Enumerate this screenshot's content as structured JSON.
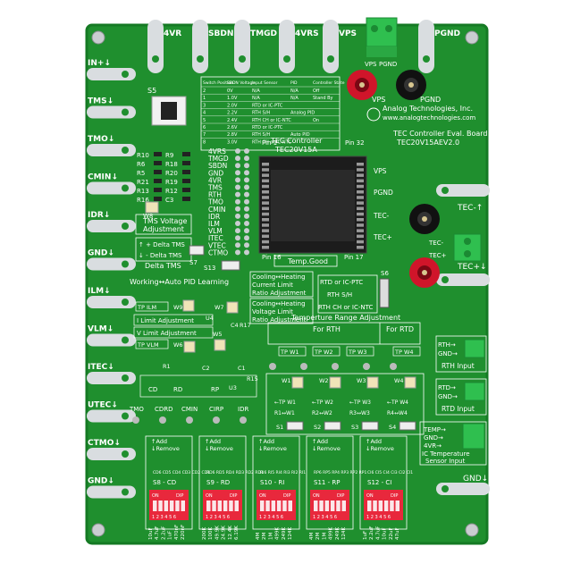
{
  "colors": {
    "board": "#1f8f2e",
    "board_edge": "#157a24",
    "silk": "#ffffff",
    "trace": "#2aa43a",
    "pad": "#d9dde0",
    "chip": "#1a1a1a",
    "dip_red": "#e8283c",
    "terminal_green": "#2fbf4f",
    "jack_red": "#d0152a",
    "jack_black": "#111111"
  },
  "board": {
    "company": "Analog Technologies, Inc.",
    "website": "www.analogtechnologies.com",
    "title_line1": "TEC Controller Eval. Board",
    "title_line2": "TEC20V15AEV2.0",
    "chip_title": "TEC Controller",
    "chip_part": "TEC20V15A",
    "pin1": "Pin 1",
    "pin32": "Pin 32",
    "pin16": "Pin 16",
    "pin17": "Pin 17",
    "temp_good": "Temp.Good"
  },
  "top_pins": [
    "4VR",
    "SBDN",
    "TMGD",
    "4VRS",
    "VPS",
    "PGND"
  ],
  "left_pins": [
    "IN+↓",
    "TMS↓",
    "TMO↓",
    "CMIN↓",
    "IDR↓",
    "GND↓",
    "ILM↓",
    "VLM↓",
    "ITEC↓",
    "UTEC↓",
    "CTMO↓",
    "GND↓"
  ],
  "right_pins": [
    "TEC-↑",
    "TEC+↓",
    "GND↓"
  ],
  "jacks": {
    "vps": "VPS",
    "pgnd": "PGND",
    "tec_minus": "TEC-",
    "tec_plus": "TEC+"
  },
  "mid_signals": [
    "4VRS",
    "TMGD",
    "SBDN",
    "GND",
    "4VR",
    "TMS",
    "RTH",
    "TMO",
    "CMIN",
    "IDR",
    "ILM",
    "VLM",
    "ITEC",
    "VTEC",
    "CTMO"
  ],
  "right_signals": [
    "VPS",
    "PGND",
    "TEC-",
    "TEC+"
  ],
  "resistors_left": [
    "R10",
    "R9",
    "R6",
    "R18",
    "R5",
    "R20",
    "R21",
    "R19",
    "R13",
    "R12",
    "R16",
    "C3"
  ],
  "switch_table": {
    "headers": [
      "Switch Position",
      "SBDN Voltage",
      "Input Sensor",
      "PID",
      "Controller State"
    ],
    "rows": [
      [
        "2",
        "0V",
        "N/A",
        "N/A",
        "Off"
      ],
      [
        "1",
        "1.0V",
        "N/A",
        "N/A",
        "Stand By"
      ],
      [
        "3",
        "2.0V",
        "RTD or IC-PTC",
        "",
        ""
      ],
      [
        "4",
        "2.2V",
        "RTH S/H",
        "Analog PID",
        ""
      ],
      [
        "5",
        "2.4V",
        "RTH CH or IC-NTC",
        "",
        "On"
      ],
      [
        "6",
        "2.6V",
        "RTD or IC-PTC",
        "",
        ""
      ],
      [
        "7",
        "2.8V",
        "RTH S/H",
        "Auto PID",
        ""
      ],
      [
        "8",
        "3.0V",
        "RTH CH or IC-NTC",
        "",
        ""
      ]
    ]
  },
  "labels": {
    "s5": "S5",
    "w8": "W8",
    "tms_voltage_1": "TMS Voltage",
    "tms_voltage_2": "Adjustment",
    "delta_up": "↑ + Delta TMS",
    "delta_down": "↓ - Delta TMS",
    "delta": "Delta TMS",
    "s7": "S7",
    "s13": "S13",
    "s6": "S6",
    "working_auto": "Working↔Auto PID Learning",
    "cooling_current_1": "Cooling↔Heating",
    "cooling_current_2": "Current Limit",
    "cooling_current_3": "Ratio Adjustment",
    "cooling_voltage_1": "Cooling↔Heating",
    "cooling_voltage_2": "Voltage Limit",
    "cooling_voltage_3": "Ratio Adjustment",
    "tp_ilm": "TP ILM",
    "w9": "W9",
    "i_limit": "I Limit Adjustment",
    "v_limit": "V Limit Adjustment",
    "tp_vlm": "TP VLM",
    "w6": "W6",
    "w5": "W5",
    "w7": "W7",
    "c4": "C4",
    "r17": "R17",
    "u4": "U4",
    "rtd_ptc": "RTD or IC-PTC",
    "rth_sh": "RTH S/H",
    "rth_ch": "RTH CH or IC-NTC",
    "temp_range": "Temperture Range Adjustment",
    "for_rth": "For RTH",
    "for_rtd": "For RTD",
    "tp_w1": "TP W1",
    "tp_w2": "TP W2",
    "tp_w3": "TP W3",
    "tp_w4": "TP W4",
    "w1": "W1",
    "w2": "W2",
    "w3": "W3",
    "w4": "W4",
    "tp_w1_arrow": "←TP W1",
    "tp_w2_arrow": "←TP W2",
    "tp_w3_arrow": "←TP W3",
    "tp_w4_arrow": "←TP W4",
    "r1w1": "R1↔W1",
    "r2w2": "R2↔W2",
    "r3w3": "R3↔W3",
    "r4w4": "R4↔W4",
    "s1": "S1",
    "s2": "S2",
    "s3": "S3",
    "s4": "S4",
    "rth_gnd": "RTH→",
    "gnd": "GND→",
    "rth_input": "RTH Input",
    "rtd": "RTD→",
    "rtd_input": "RTD Input",
    "temp": "TEMP→",
    "fvr": "4VR→",
    "ic_temp_1": "IC Temperature",
    "ic_temp_2": "Sensor Input",
    "r1": "R1",
    "c2": "C2",
    "c1": "C1",
    "r15": "R15",
    "u3": "U3",
    "tmo": "TMO",
    "cd": "CD",
    "rd": "RD",
    "rp": "RP",
    "cdrd": "CDRD",
    "cmin": "CMIN",
    "cirp": "CIRP",
    "idr": "IDR",
    "add": "↑Add",
    "remove": "↓Remove",
    "on": "ON",
    "dip": "DIP",
    "nums": "1 2 3 4 5 6"
  },
  "dip_banks": [
    {
      "name": "S8 - CD",
      "values": [
        "10uF",
        "4.7uF",
        "2.2uF",
        "1uF",
        "470nF",
        "220nF"
      ],
      "codes": "CD6 CD5 CD4 CD3 CD2 CD1"
    },
    {
      "name": "S9 - RD",
      "values": [
        "200K",
        "100K",
        "49.9K",
        "24.9K",
        "12.4K",
        "6.19K"
      ],
      "codes": "RD6 RD5 RD4 RD3 RD2 RD1"
    },
    {
      "name": "S10 - RI",
      "values": [
        "4M",
        "2M",
        "1M",
        "499K",
        "249K",
        "124K"
      ],
      "codes": "RI6 RI5 RI4 RI3 RI2 RI1"
    },
    {
      "name": "S11 - RP",
      "values": [
        "4M",
        "2M",
        "1M",
        "499K",
        "249K",
        "124K"
      ],
      "codes": "RP6 RP5 RP4 RP3 RP2 RP1"
    },
    {
      "name": "S12 - CI",
      "values": [
        "1uF",
        "2.2uF",
        "4.7uF",
        "10uF",
        "22uF",
        "47uF"
      ],
      "codes": "CI6 CI5 CI4 CI3 CI2 CI1"
    }
  ]
}
